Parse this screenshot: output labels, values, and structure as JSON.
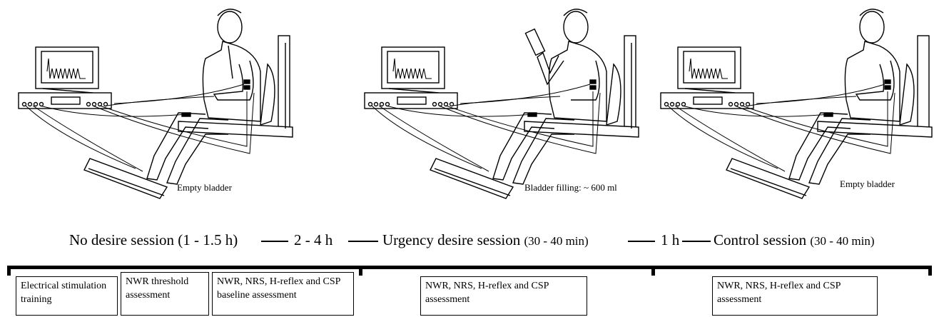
{
  "scenes": [
    {
      "caption": "Empty bladder"
    },
    {
      "caption": "Bladder filling:  ~ 600 ml"
    },
    {
      "caption": "Empty bladder"
    }
  ],
  "timeline": {
    "s1": "No desire session",
    "s1_dur": "(1 - 1.5 h)",
    "gap1": "2 - 4 h",
    "s2": "Urgency desire session",
    "s2_dur": "(30 - 40 min)",
    "gap2": "1 h",
    "s3": "Control session",
    "s3_dur": "(30 - 40 min)"
  },
  "boxes": {
    "b1": "Electrical stimulation training",
    "b2": "NWR threshold assessment",
    "b3": "NWR, NRS, H-reflex and CSP baseline assessment",
    "b4": "NWR, NRS, H-reflex and CSP assessment",
    "b5": "NWR, NRS, H-reflex and CSP assessment"
  }
}
